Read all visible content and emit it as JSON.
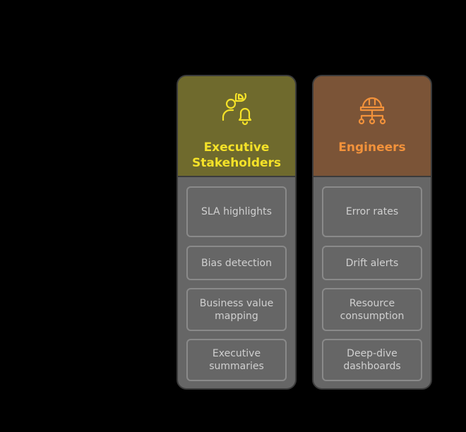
{
  "title": "",
  "row_labels": [
    "",
    "",
    "",
    ""
  ],
  "columns": [
    {
      "title_line1": "Executive",
      "title_line2": "Stakeholders",
      "icon": "people-chart-bell-icon",
      "cells": [
        {
          "line1": "SLA highlights",
          "line2": ""
        },
        {
          "line1": "Bias detection",
          "line2": ""
        },
        {
          "line1": "Business value",
          "line2": "mapping"
        },
        {
          "line1": "Executive",
          "line2": "summaries"
        }
      ]
    },
    {
      "title_line1": "Engineers",
      "title_line2": "",
      "icon": "hardhat-network-icon",
      "cells": [
        {
          "line1": "Error rates",
          "line2": ""
        },
        {
          "line1": "Drift alerts",
          "line2": ""
        },
        {
          "line1": "Resource",
          "line2": "consumption"
        },
        {
          "line1": "Deep-dive",
          "line2": "dashboards"
        }
      ]
    }
  ],
  "colors": {
    "background": "#000000",
    "exec_header": "#6f6a2d",
    "exec_accent": "#f5e228",
    "eng_header": "#7b5437",
    "eng_accent": "#f2923b",
    "panel": "#666666"
  }
}
